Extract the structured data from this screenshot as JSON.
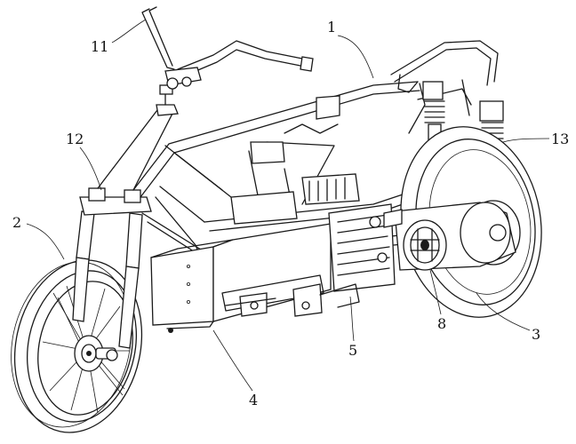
{
  "figure": {
    "labels": [
      {
        "id": "frame",
        "text": "1"
      },
      {
        "id": "front-wheel",
        "text": "2"
      },
      {
        "id": "rear-wheel",
        "text": "3"
      },
      {
        "id": "battery-box",
        "text": "4"
      },
      {
        "id": "motor-bracket",
        "text": "5"
      },
      {
        "id": "drive-unit",
        "text": "8"
      },
      {
        "id": "handlebar",
        "text": "11"
      },
      {
        "id": "front-fork",
        "text": "12"
      },
      {
        "id": "rear-shock",
        "text": "13"
      }
    ]
  }
}
